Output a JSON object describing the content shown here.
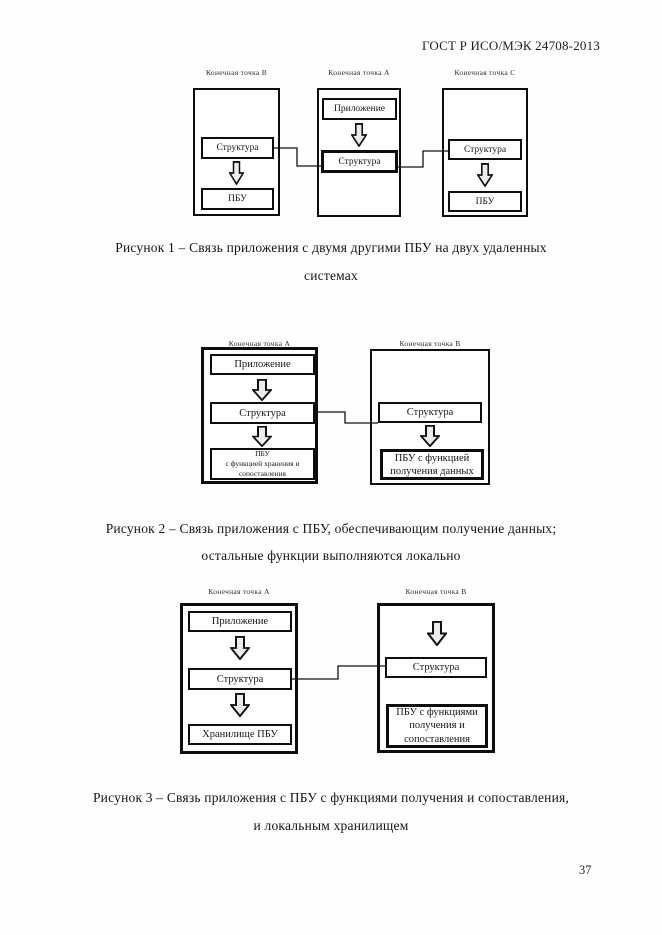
{
  "header": {
    "title": "ГОСТ Р ИСО/МЭК 24708-2013"
  },
  "common": {
    "endpoint_a": "Конечная точка А",
    "endpoint_b": "Конечная точка В",
    "endpoint_c": "Конечная точка С",
    "application": "Приложение",
    "structure": "Структура",
    "pbu": "ПБУ"
  },
  "figure1": {
    "caption_line1": "Рисунок 1 – Связь приложения с двумя другими ПБУ на двух удаленных",
    "caption_line2": "системах"
  },
  "figure2": {
    "pbu_storage_matching": "ПБУ\nс функцией хранения и\nсопоставления",
    "pbu_data_retrieval": "ПБУ с функцией\nполучения данных",
    "caption_line1": "Рисунок 2 – Связь приложения с ПБУ, обеспечивающим получение данных;",
    "caption_line2": "остальные функции выполняются локально"
  },
  "figure3": {
    "pbu_local_storage": "Хранилище ПБУ",
    "pbu_retrieval_matching": "ПБУ с функциями\nполучения и\nсопоставления",
    "caption_line1": "Рисунок 3 – Связь приложения с ПБУ с функциями получения и сопоставления,",
    "caption_line2": "и локальным хранилищем"
  },
  "footer": {
    "page_number": "37"
  }
}
